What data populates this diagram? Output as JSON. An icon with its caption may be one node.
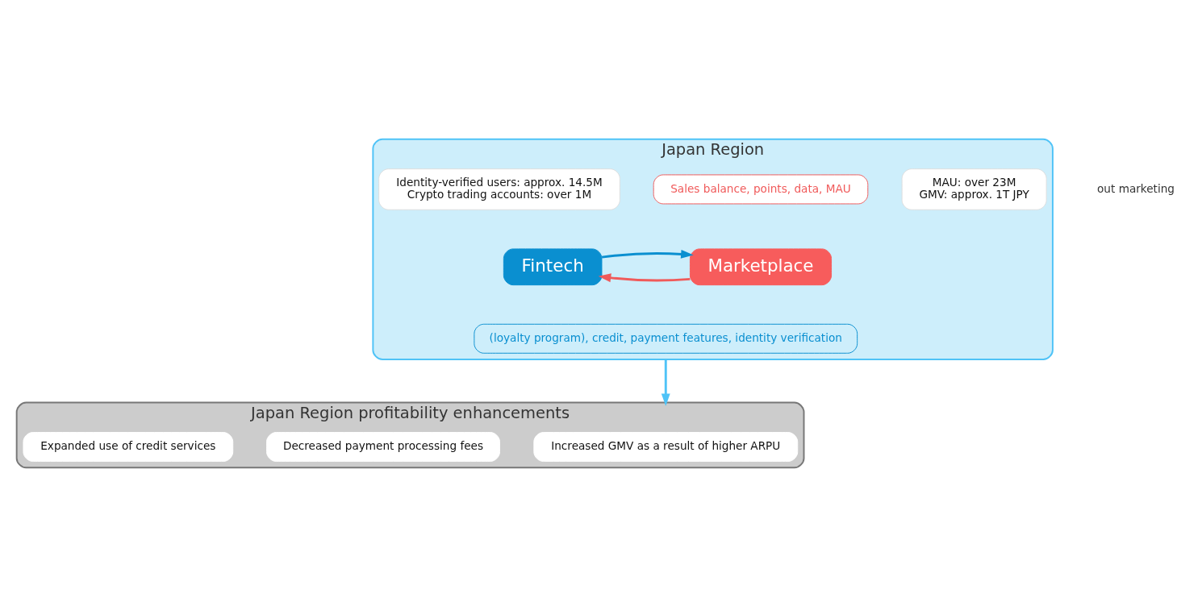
{
  "diagram": {
    "nodes": [
      {
        "text": [
          "Japan Region"
        ]
      },
      {
        "text": [
          "MAU: over 23M",
          "GMV: approx. 1T JPY"
        ],
        "in": 0
      },
      {
        "text": [
          "Sales balance, points, data, MAU"
        ],
        "in": 0
      },
      {
        "text": [
          "Identity-verified users: approx. 14.5M",
          "Crypto trading accounts: over 1M"
        ],
        "in": 0
      },
      {
        "text": [
          "Marketplace"
        ],
        "in": 0
      },
      {
        "text": [
          "Fintech"
        ],
        "in": 0
      },
      {
        "text": [
          "(loyalty program), credit, payment features, identity verification"
        ],
        "in": 0
      },
      {
        "text": [
          "Japan Region profitability enhancements"
        ]
      },
      {
        "text": [
          "Increased GMV as a result of higher ARPU"
        ],
        "in": 7
      },
      {
        "text": [
          "Decreased payment processing fees"
        ],
        "in": 7
      },
      {
        "text": [
          "Expanded use of credit services"
        ],
        "in": 7
      }
    ],
    "edges": [
      {
        "from": 4,
        "to": 5,
        "arrow": "to",
        "color": "#f05a5a"
      },
      {
        "from": 5,
        "to": 4,
        "arrow": "to",
        "color": "#0a8fd0"
      },
      {
        "from": 0,
        "to": 7,
        "arrow": "to",
        "color": "#4fc3f7"
      }
    ],
    "labels": [
      "out marketing"
    ]
  }
}
